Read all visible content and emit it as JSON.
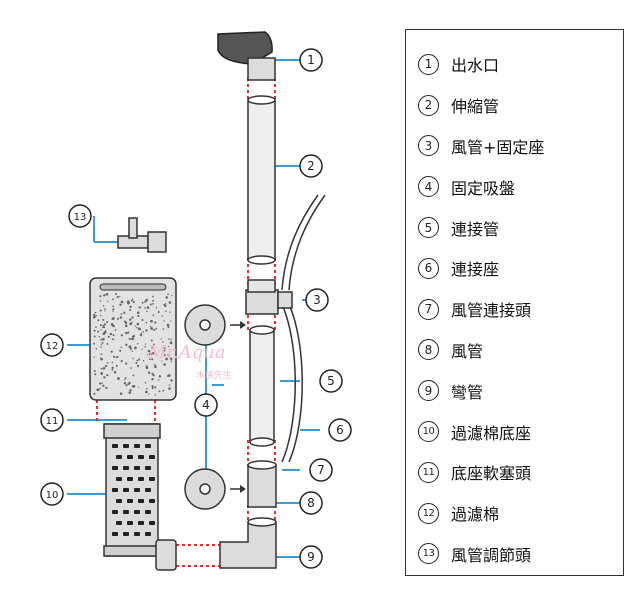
{
  "parts": [
    {
      "no": "1",
      "name": "出水口"
    },
    {
      "no": "2",
      "name": "伸縮管"
    },
    {
      "no": "3",
      "name": "風管+固定座"
    },
    {
      "no": "4",
      "name": "固定吸盤"
    },
    {
      "no": "5",
      "name": "連接管"
    },
    {
      "no": "6",
      "name": "連接座"
    },
    {
      "no": "7",
      "name": "風管連接頭"
    },
    {
      "no": "8",
      "name": "風管"
    },
    {
      "no": "9",
      "name": "彎管"
    },
    {
      "no": "10",
      "name": "過濾棉底座"
    },
    {
      "no": "11",
      "name": "底座軟塞頭"
    },
    {
      "no": "12",
      "name": "過濾棉"
    },
    {
      "no": "13",
      "name": "風管調節頭"
    }
  ],
  "watermark": {
    "brand": "Mr.Aqua",
    "sub": "水族先生"
  },
  "colors": {
    "callout_line": "#3a9bd5",
    "dotted_line": "#e03030",
    "part_fill": "#dcdcdc",
    "part_stroke": "#333333",
    "watermark": "#f2b8c6"
  }
}
